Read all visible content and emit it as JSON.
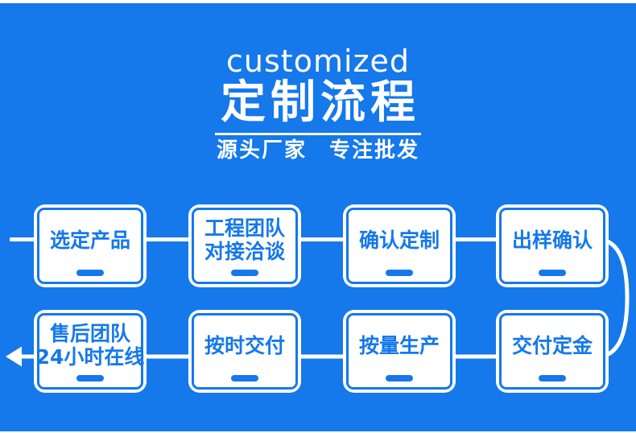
{
  "header": {
    "eyebrow": "customized",
    "title": "定制流程",
    "subtitle": "源头厂家　专注批发"
  },
  "colors": {
    "background_blue": "#1578EB",
    "accent_blue": "#1578EB",
    "white": "#FFFFFF"
  },
  "flow": {
    "direction": "row1 left-to-right, curve down on right side, row2 right-to-left, arrow out on left",
    "steps": [
      {
        "line1": "选定产品",
        "line2": ""
      },
      {
        "line1": "工程团队",
        "line2": "对接洽谈"
      },
      {
        "line1": "确认定制",
        "line2": ""
      },
      {
        "line1": "出样确认",
        "line2": ""
      },
      {
        "line1": "售后团队",
        "line2": "24小时在线"
      },
      {
        "line1": "按时交付",
        "line2": ""
      },
      {
        "line1": "按量生产",
        "line2": ""
      },
      {
        "line1": "交付定金",
        "line2": ""
      }
    ]
  }
}
